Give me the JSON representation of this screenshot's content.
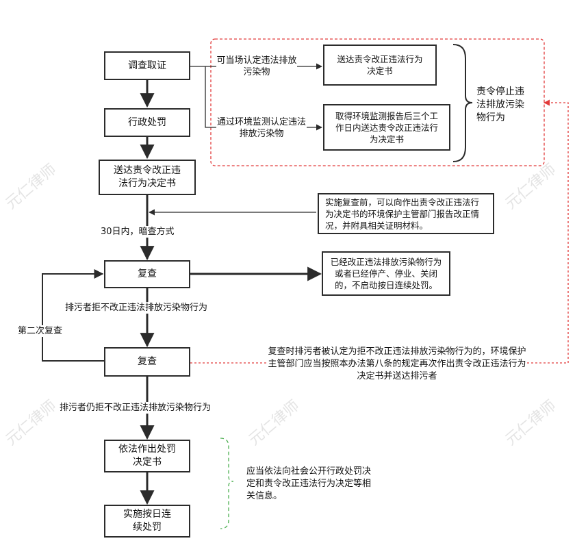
{
  "main_flow": {
    "investigate": "调查取证",
    "penalty": "行政处罚",
    "serve_order": "送达责令改正违法行为决定书",
    "review1": "复查",
    "review2": "复查",
    "penalty_decision": "依法作出处罚决定书",
    "daily_penalty": "实施按日连续处罚"
  },
  "branch": {
    "onsite_label": "可当场认定违法排放污染物",
    "onsite_box": "送达责令改正违法行为决定书",
    "monitor_label": "通过环境监测认定违法排放污染物",
    "monitor_box": "取得环境监测报告后三个工作日内送达责令改正违法行为决定书",
    "brace_text": "责令停止违法排放污染物行为"
  },
  "notes": {
    "pre_review_note": "实施复查前，可以向作出责令改正违法行为决定书的环境保护主管部门报告改正情况，并附具相关证明材料。",
    "within_30_days": "30日内，暗查方式",
    "corrected_box": "已经改正违法排放污染物行为或者已经停产、停业、关闭的，不启动按日连续处罚。",
    "refuse_label": "排污者拒不改正违法排放污染物行为",
    "second_review": "第二次复查",
    "second_review_note": "复查时排污者被认定为拒不改正违法排放污染物行为的，环境保护主管部门应当按照本办法第八条的规定再次作出责令改正违法行为决定书并送达排污者",
    "still_refuse_label": "排污者仍拒不改正违法排放污染物行为",
    "public_note": "应当依法向社会公开行政处罚决定和责令改正违法行为决定等相关信息。"
  },
  "watermark": "元仁律师",
  "colors": {
    "line": "#2b2b2b",
    "red_dashed": "#e23b3b",
    "green_dashed": "#4caf50"
  }
}
